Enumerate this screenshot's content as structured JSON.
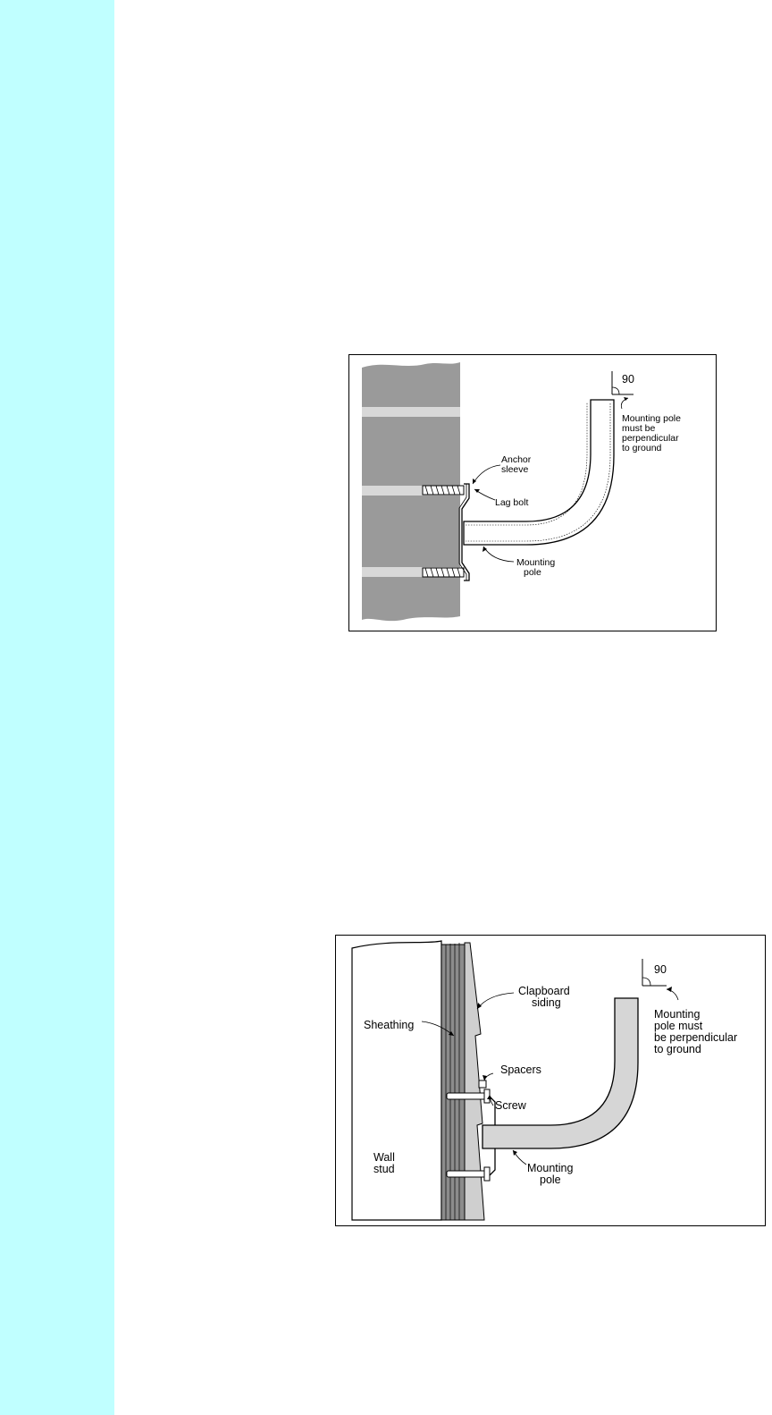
{
  "figure_1": {
    "angle_label": "90",
    "perpendicular_note": [
      "Mounting pole",
      "must be",
      "perpendicular",
      "to ground"
    ],
    "anchor_sleeve": [
      "Anchor",
      "sleeve"
    ],
    "lag_bolt": "Lag bolt",
    "mounting_pole": [
      "Mounting",
      "pole"
    ]
  },
  "figure_2": {
    "angle_label": "90",
    "perpendicular_note": [
      "Mounting",
      "pole must",
      "be perpendicular",
      "to ground"
    ],
    "clapboard_siding": [
      "Clapboard",
      "siding"
    ],
    "sheathing": "Sheathing",
    "spacers": "Spacers",
    "screw": "Screw",
    "wall_stud": [
      "Wall",
      "stud"
    ],
    "mounting_pole": [
      "Mounting",
      "pole"
    ]
  },
  "colors": {
    "sidebar": "#c0ffff",
    "wall_gray": "#9a9a9a",
    "mortar": "#d8d8d8",
    "pole_fill": "#d6d6d6"
  }
}
